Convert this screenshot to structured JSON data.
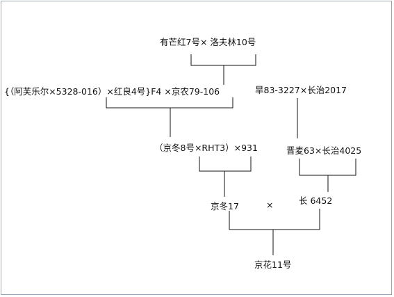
{
  "pedigree": {
    "cross_parents": "有芒红7号×  洛夫林10号",
    "line_a_complex": "{（阿芙乐尔×5328-016）×红良4号}F4 ×京农79-106",
    "line_b_cross": "旱83-3227×长治2017",
    "line_a_cross": "（京冬8号×RHT3）×931",
    "line_b_mid": "晋麦63×长治4025",
    "parent_left": "京冬17",
    "cross_symbol": "×",
    "parent_right": "长 6452",
    "cultivar": "京花11号"
  },
  "colors": {
    "line": "#111111",
    "frame": "#9aa6b8"
  }
}
